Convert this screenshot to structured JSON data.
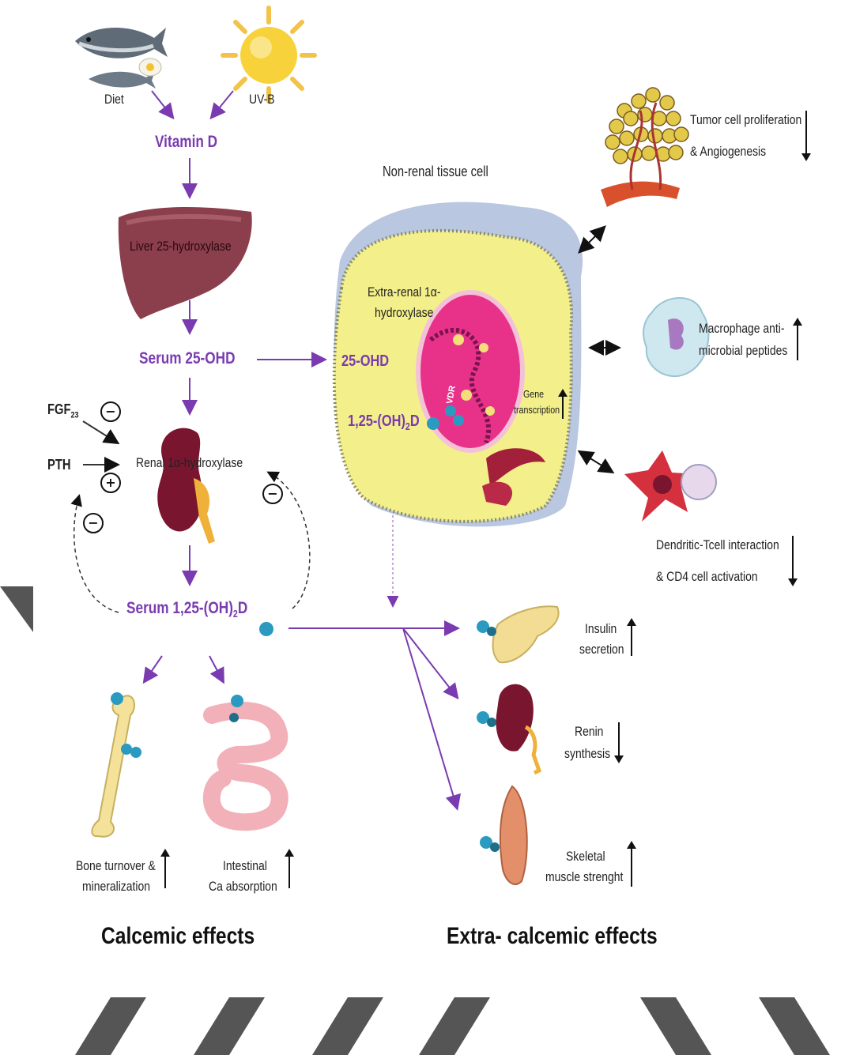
{
  "inputs": {
    "diet": "Diet",
    "uvb": "UV-B"
  },
  "pathway": {
    "vitamin_d": "Vitamin D",
    "liver": "Liver 25-hydroxylase",
    "serum_25ohd": "Serum 25-OHD",
    "renal": "Renal 1α-hydroxylase",
    "serum_125": "Serum 1,25-(OH)",
    "serum_125_sub": "2",
    "serum_125_suffix": "D"
  },
  "regulators": {
    "fgf": "FGF",
    "fgf_sub": "23",
    "pth": "PTH",
    "minus": "−",
    "plus": "+"
  },
  "cell": {
    "title": "Non-renal tissue cell",
    "extra_renal_1": "Extra-renal 1α-",
    "extra_renal_2": "hydroxylase",
    "ohd": "25-OHD",
    "calcitriol": "1,25-(OH)",
    "calcitriol_sub": "2",
    "calcitriol_suffix": "D",
    "vdr": "VDR",
    "gene_1": "Gene",
    "gene_2": "transcription"
  },
  "effects": {
    "tumor_1": "Tumor cell proliferation",
    "tumor_2": "& Angiogenesis",
    "macro_1": "Macrophage anti-",
    "macro_2": "microbial peptides",
    "dendritic_1": "Dendritic-Tcell interaction",
    "dendritic_2": "& CD4 cell activation",
    "insulin_1": "Insulin",
    "insulin_2": "secretion",
    "renin_1": "Renin",
    "renin_2": "synthesis",
    "skeletal_1": "Skeletal",
    "skeletal_2": "muscle strenght",
    "bone_1": "Bone turnover &",
    "bone_2": "mineralization",
    "intestinal_1": "Intestinal",
    "intestinal_2": "Ca absorption"
  },
  "sections": {
    "calcemic": "Calcemic effects",
    "extra_calcemic": "Extra- calcemic effects"
  },
  "colors": {
    "pathway_purple": "#7a3bb0",
    "cell_yellow": "#f3ef8a",
    "nucleus_pink": "#e8328a",
    "liver_brown": "#8b3f4c",
    "kidney_maroon": "#7a1530",
    "ligand_teal": "#2a9ac0"
  }
}
